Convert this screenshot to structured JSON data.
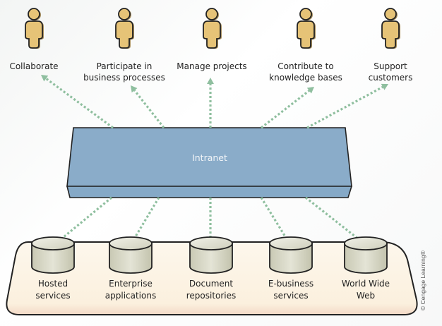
{
  "diagram": {
    "hub": {
      "label": "Intranet",
      "color": "#8aacc9"
    },
    "users": [
      {
        "label_lines": [
          "Collaborate"
        ]
      },
      {
        "label_lines": [
          "Participate in",
          "business processes"
        ]
      },
      {
        "label_lines": [
          "Manage projects"
        ]
      },
      {
        "label_lines": [
          "Contribute to",
          "knowledge bases"
        ]
      },
      {
        "label_lines": [
          "Support",
          "customers"
        ]
      }
    ],
    "resources": [
      {
        "label_lines": [
          "Hosted",
          "services"
        ]
      },
      {
        "label_lines": [
          "Enterprise",
          "applications"
        ]
      },
      {
        "label_lines": [
          "Document",
          "repositories"
        ]
      },
      {
        "label_lines": [
          "E-business",
          "services"
        ]
      },
      {
        "label_lines": [
          "World Wide",
          "Web"
        ]
      }
    ],
    "person_icon": "person-icon",
    "resource_icon": "database-cylinder-icon",
    "colors": {
      "person_fill": "#e6c377",
      "arrow": "#8fbf9f",
      "platform_fill": "#fbf2e2",
      "cylinder_fill": "#d9d9c8"
    },
    "copyright": "© Cengage Learning®"
  }
}
